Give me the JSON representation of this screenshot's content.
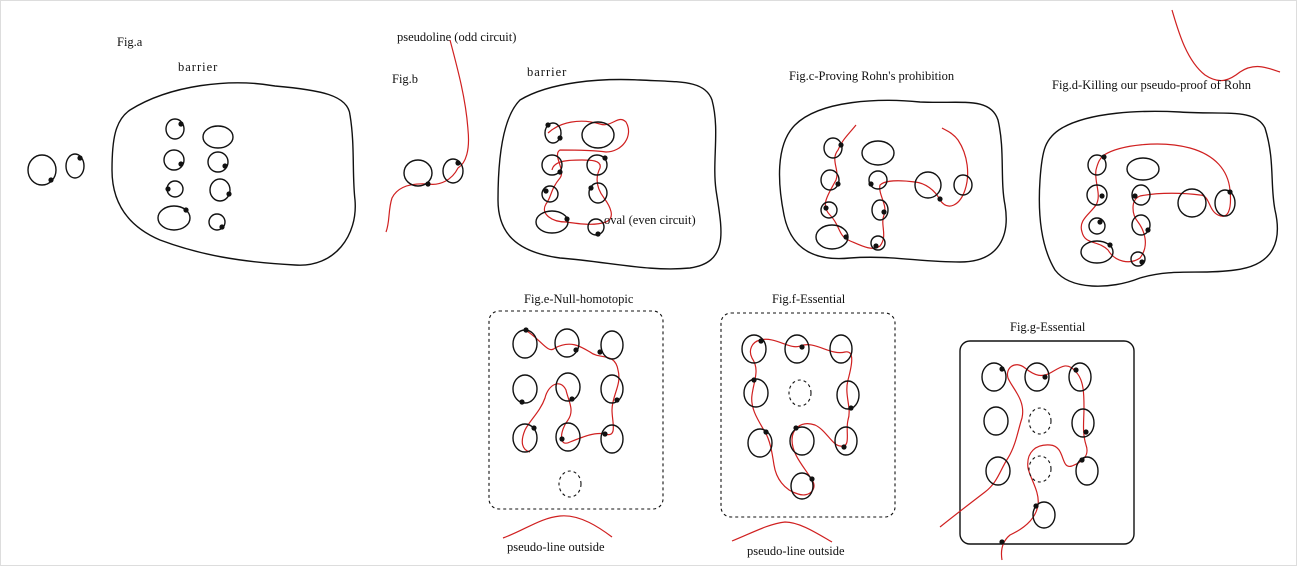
{
  "labels": {
    "fig_a": "Fig.a",
    "barrier_a": "barrier",
    "pseudoline_odd": "pseudoline (odd circuit)",
    "fig_b": "Fig.b",
    "barrier_b": "barrier",
    "oval_even": "oval (even circuit)",
    "fig_c": "Fig.c-Proving Rohn's prohibition",
    "fig_d": "Fig.d-Killing our pseudo-proof of Rohn",
    "fig_e": "Fig.e-Null-homotopic",
    "fig_f": "Fig.f-Essential",
    "fig_g": "Fig.g-Essential",
    "pseudo_outside_e": "pseudo-line outside",
    "pseudo_outside_f": "pseudo-line outside"
  },
  "colors": {
    "ink": "#111111",
    "curve_red": "#d02020",
    "frame": "#dddddd"
  }
}
